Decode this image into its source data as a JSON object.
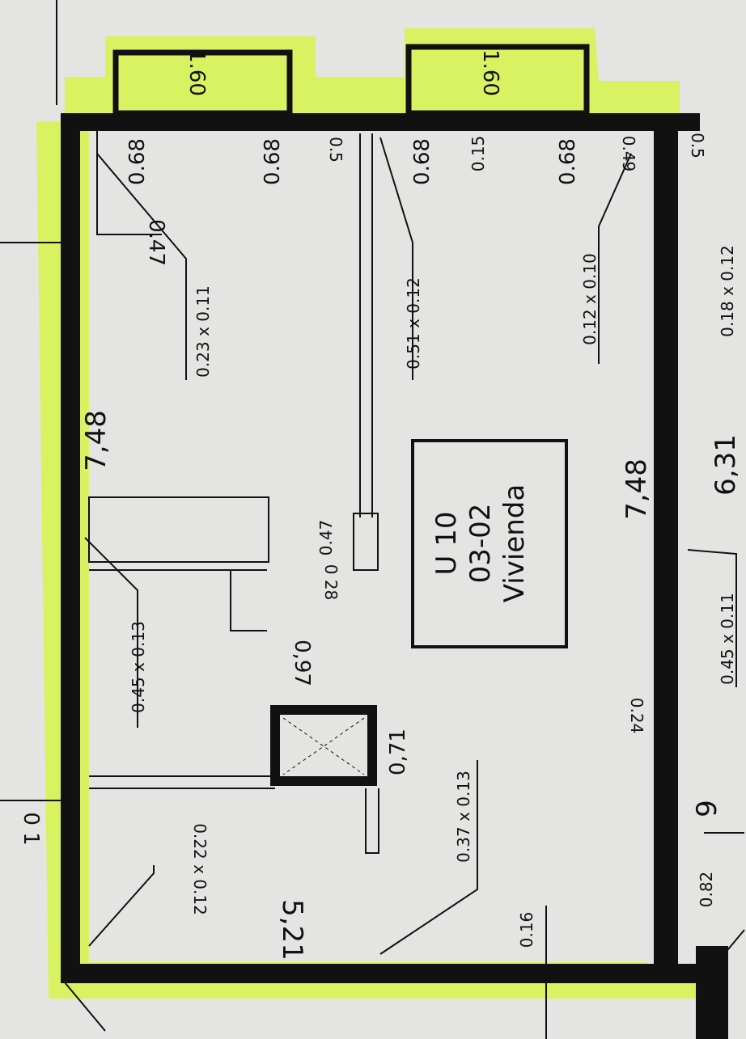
{
  "room": {
    "unit": "U 10",
    "code": "03-02",
    "use": "Vivienda"
  },
  "colors": {
    "paper": "#e4e4e2",
    "highlight": "#d8f25a",
    "wall": "#111111"
  },
  "dimensions": {
    "window_top_left": "1.60",
    "window_top_right": "1.60",
    "jamb_a": "0.68",
    "jamb_b": "0.68",
    "jamb_c": "0.68",
    "jamb_d": "0.68",
    "corner_047": "0.47",
    "vent_a": "0.23 x 0.11",
    "vent_b": "0.51 x 0.12",
    "vent_c": "0.12 x 0.10",
    "vent_d": "0.18 x 0.12",
    "length_left": "7,48",
    "length_right": "7,48",
    "length_outer": "6,31",
    "vent_e": "0.45 x 0.13",
    "rad_w": "0.47",
    "rad_h": "0 28",
    "shaft_w": "0,97",
    "shaft_h": "0,71",
    "offset_024": "0.24",
    "vent_f": "0.45 x 0.11",
    "vent_g": "0.37 x 0.13",
    "vent_h": "0.22 x 0.12",
    "width_bottom": "5,21",
    "offset_016": "0.16",
    "door_082": "0.82",
    "small_015": "0.15",
    "small_05": "0.5",
    "small_049": "0.49",
    "small_05b": "0.5",
    "edge_9": "9",
    "edge_01": "0 1"
  }
}
